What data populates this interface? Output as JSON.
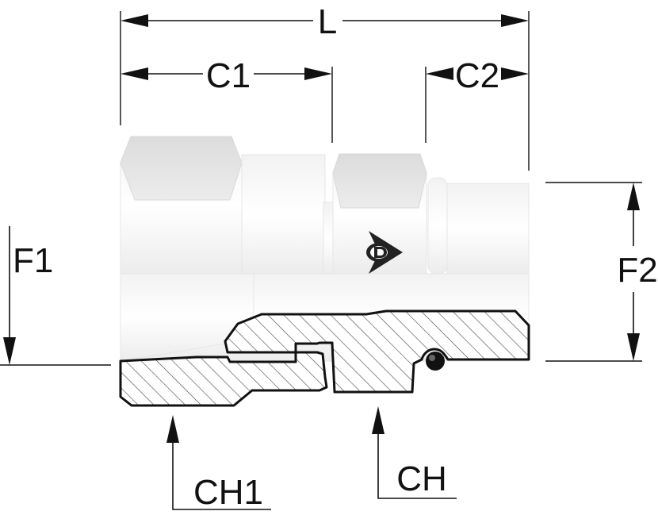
{
  "dimensions": {
    "L": "L",
    "C1": "C1",
    "C2": "C2",
    "F1": "F1",
    "F2": "F2",
    "CH1": "CH1",
    "CH": "CH"
  },
  "colors": {
    "outline": "#111111",
    "metal_light": "#ffffff",
    "metal_shade": "#e2e2e2",
    "logo": "#222222"
  },
  "icons": {
    "logo": "dunlop-arrow-logo-icon"
  }
}
